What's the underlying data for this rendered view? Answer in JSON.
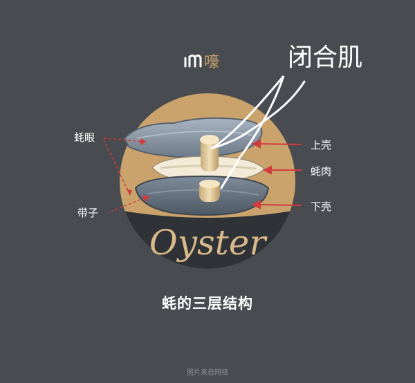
{
  "logo": {
    "char": "嚎"
  },
  "diagram": {
    "title_label": "闭合肌",
    "wordmark": "Oyster",
    "caption": "蚝的三层结构",
    "labels": {
      "eye": "蚝眼",
      "band": "带子",
      "upper_shell": "上壳",
      "meat": "蚝肉",
      "lower_shell": "下壳"
    }
  },
  "source_note": "图片来自网络",
  "colors": {
    "background": "#484b50",
    "disc": "#c9a36b",
    "shell": "#8e9cab",
    "meat": "#f3ead7",
    "arrow": "#d23b3b",
    "text": "#ffffff"
  }
}
